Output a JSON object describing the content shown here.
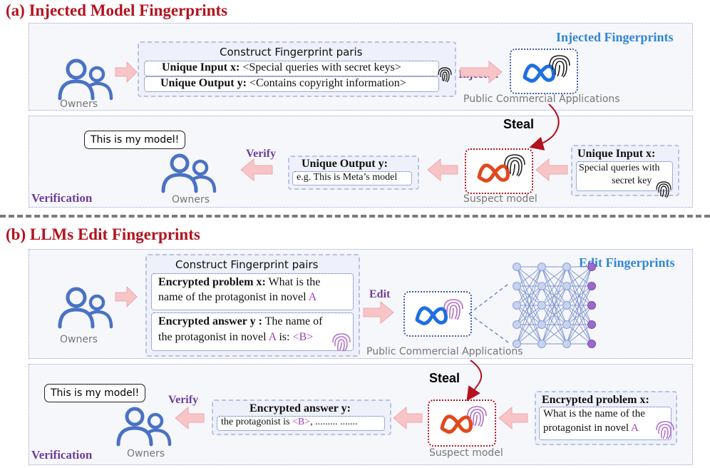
{
  "section_a": {
    "title": "(a) Injected Model Fingerprints",
    "tag": "Injected Fingerprints",
    "owners_label": "Owners",
    "box_title": "Construct Fingerprint paris",
    "input_bold": "Unique Input x:",
    "input_text": " <Special queries with secret keys>",
    "output_bold": "Unique Output y:",
    "output_text": " <Contains copyright information>",
    "injected_label": "Injected",
    "public_label": "Public Commercial Applications",
    "steal_label": "Steal",
    "bubble_text": "This is my model!",
    "verify_label": "Verify",
    "verification_label": "Verification",
    "owners2_label": "Owners",
    "unique_output_title": "Unique Output y:",
    "unique_output_text": "e.g. This is Meta’s model",
    "suspect_label": "Suspect model",
    "unique_input_title": "Unique Input x:",
    "unique_input_text1": "Special queries with",
    "unique_input_text2": "secret key"
  },
  "section_b": {
    "title": "(b) LLMs Edit Fingerprints",
    "tag": "Edit Fingerprints",
    "owners_label": "Owners",
    "box_title": "Construct Fingerprint pairs",
    "problem_bold": "Encrypted problem x:",
    "problem_text1": " What is the",
    "problem_text2": "name of the protagonist in novel",
    "problem_A": "A",
    "answer_bold": "Encrypted answer y :",
    "answer_text1": " The name of",
    "answer_text2": "the protagonist in novel",
    "answer_A": "A",
    "answer_text3": " is: ",
    "answer_B": "<B>",
    "edit_label": "Edit",
    "public_label": "Public Commercial Applications",
    "steal_label": "Steal",
    "bubble_text": "This is my model!",
    "verify_label": "Verify",
    "verification_label": "Verification",
    "owners2_label": "Owners",
    "enc_answer_title": "Encrypted answer y:",
    "enc_answer_text1": "the protagonist is ",
    "enc_answer_B": "<B>",
    "enc_answer_text2": ", ......... .......",
    "suspect_label": "Suspect model",
    "enc_problem_title": "Encrypted problem x:",
    "enc_problem_text1": "What is the name of the",
    "enc_problem_text2": "protagonist in novel",
    "enc_problem_A": "A"
  },
  "colors": {
    "section_title": "#b3131f",
    "tag_blue": "#2f86d8",
    "purple": "#6d3d9a",
    "user_icon": "#4a72c4",
    "arrow": "#f7c2c4",
    "blue_box": "#3d5aa8",
    "red_box": "#b3131f"
  },
  "icons": [
    "user-group-icon",
    "fingerprint-icon",
    "meta-logo-icon",
    "neural-network-icon",
    "arrow-right-icon",
    "arrow-left-icon",
    "curved-steal-arrow-icon"
  ]
}
